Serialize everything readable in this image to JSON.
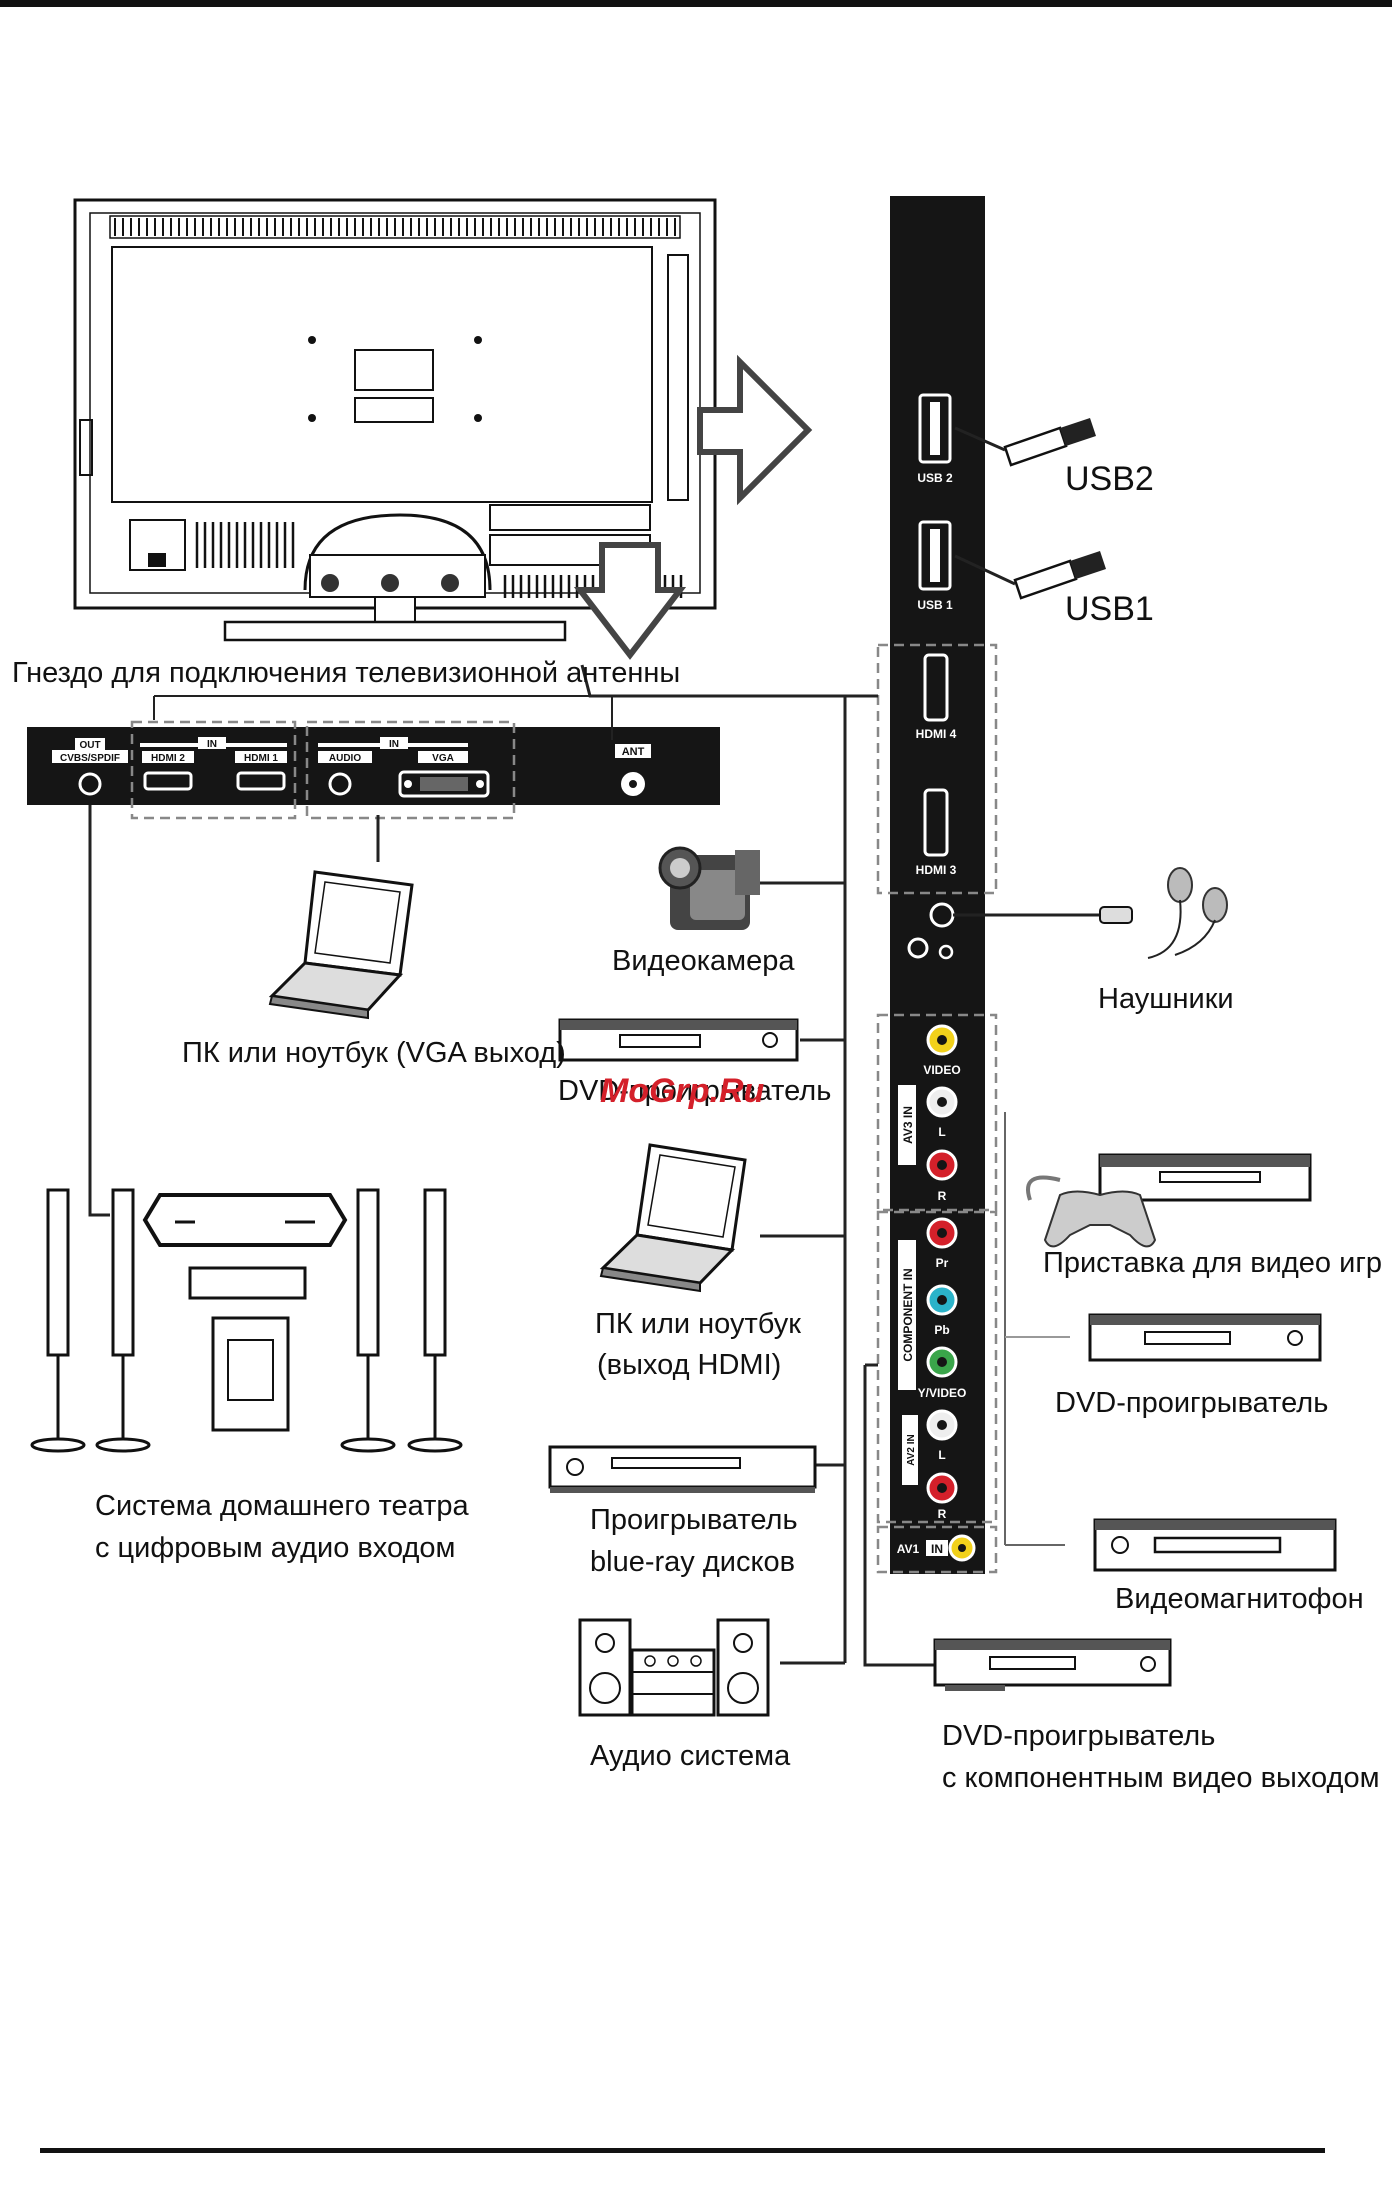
{
  "labels": {
    "antenna_socket": "Гнездо для подключения телевизионной антенны",
    "pc_vga": "ПК или ноутбук (VGA выход)",
    "camcorder": "Видеокамера",
    "dvd_player": "DVD-проигрыватель",
    "pc_hdmi_1": "ПК или ноутбук",
    "pc_hdmi_2": "(выход HDMI)",
    "home_theater_1": "Система домашнего театра",
    "home_theater_2": "с цифровым аудио входом",
    "bluray_1": "Проигрыватель",
    "bluray_2": "blue-ray дисков",
    "audio_system": "Аудио система",
    "headphones": "Наушники",
    "game_console": "Приставка для видео игр",
    "dvd_player_right": "DVD-проигрыватель",
    "vcr": "Видеомагнитофон",
    "dvd_component_1": "DVD-проигрыватель",
    "dvd_component_2": "с компонентным видео выходом",
    "usb2": "USB2",
    "usb1": "USB1"
  },
  "watermark": "MoGrp.Ru",
  "bottom_panel": {
    "out": "OUT",
    "cvbs_spdif": "CVBS/SPDIF",
    "in_hdmi": "IN",
    "hdmi2": "HDMI 2",
    "hdmi1": "HDMI 1",
    "in_pc": "IN",
    "audio": "AUDIO",
    "vga": "VGA",
    "ant": "ANT"
  },
  "side_panel": {
    "usb2": "USB 2",
    "usb1": "USB 1",
    "hdmi4": "HDMI 4",
    "hdmi3": "HDMI 3",
    "video": "VIDEO",
    "l": "L",
    "r": "R",
    "av3_in": "AV3 IN",
    "component_in": "COMPONENT IN",
    "pr": "Pr",
    "pb": "Pb",
    "y_video": "Y/VIDEO",
    "av2_in": "AV2 IN",
    "av1": "AV1",
    "in": "IN"
  },
  "colors": {
    "panel": "#151515",
    "jack_yellow": "#f2d11b",
    "jack_red": "#d4202a",
    "jack_blue": "#2bb3c9",
    "jack_green": "#3aa54a",
    "jack_white": "#eeeeee"
  }
}
